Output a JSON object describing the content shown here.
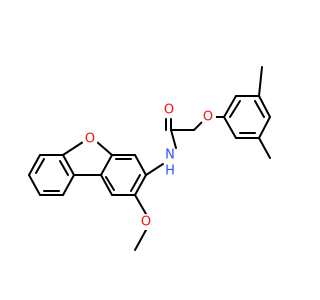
{
  "molecule": {
    "atoms": {
      "furan_o": {
        "symbol": "O",
        "color": "#ff0d0d"
      },
      "amide_n": {
        "symbol": "N",
        "sub": "H",
        "color": "#3050f8"
      },
      "carbonyl_o": {
        "symbol": "O",
        "color": "#ff0d0d"
      },
      "ether_o": {
        "symbol": "O",
        "color": "#ff0d0d"
      },
      "methoxy_o": {
        "symbol": "O",
        "color": "#ff0d0d"
      }
    },
    "bond_color": "#000000"
  }
}
